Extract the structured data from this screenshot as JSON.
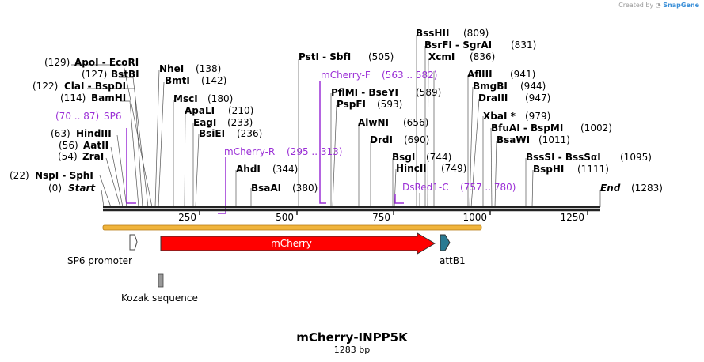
{
  "header": {
    "credit_prefix": "Created by",
    "credit_brand": "SnapGene"
  },
  "map": {
    "title": "mCherry-INPP5K",
    "length_label": "1283 bp",
    "length": 1283,
    "ruler_ticks": [
      250,
      500,
      750,
      1000,
      1250
    ],
    "ends": [
      {
        "name": "Start",
        "pos": 0,
        "label": "(0)"
      },
      {
        "name": "End",
        "pos": 1283,
        "label": "(1283)"
      }
    ],
    "enzymes": [
      {
        "names": "ApoI  - EcoRI",
        "pos_label": "(129)",
        "pos": 129
      },
      {
        "names": "BstBI",
        "pos_label": "(127)",
        "pos": 127
      },
      {
        "names": "ClaI  - BspDI",
        "pos_label": "(122)",
        "pos": 122
      },
      {
        "names": "BamHI",
        "pos_label": "(114)",
        "pos": 114
      },
      {
        "names": "HindIII",
        "pos_label": "(63)",
        "pos": 63
      },
      {
        "names": "AatII",
        "pos_label": "(56)",
        "pos": 56
      },
      {
        "names": "ZraI",
        "pos_label": "(54)",
        "pos": 54
      },
      {
        "names": "NspI  - SphI",
        "pos_label": "(22)",
        "pos": 22
      },
      {
        "names": "NheI",
        "pos_label": "(138)",
        "pos": 138
      },
      {
        "names": "BmtI",
        "pos_label": "(142)",
        "pos": 142
      },
      {
        "names": "MscI",
        "pos_label": "(180)",
        "pos": 180
      },
      {
        "names": "ApaLI",
        "pos_label": "(210)",
        "pos": 210
      },
      {
        "names": "EagI",
        "pos_label": "(233)",
        "pos": 233
      },
      {
        "names": "BsiEI",
        "pos_label": "(236)",
        "pos": 236
      },
      {
        "names": "AhdI",
        "pos_label": "(344)",
        "pos": 344
      },
      {
        "names": "BsaAI",
        "pos_label": "(380)",
        "pos": 380
      },
      {
        "names": "PstI  - SbfI",
        "pos_label": "(505)",
        "pos": 505
      },
      {
        "names": "PflMI  - BseYI",
        "pos_label": "(589)",
        "pos": 589
      },
      {
        "names": "PspFI",
        "pos_label": "(593)",
        "pos": 593
      },
      {
        "names": "AlwNI",
        "pos_label": "(656)",
        "pos": 656
      },
      {
        "names": "DrdI",
        "pos_label": "(690)",
        "pos": 690
      },
      {
        "names": "BsgI",
        "pos_label": "(744)",
        "pos": 744
      },
      {
        "names": "HincII",
        "pos_label": "(749)",
        "pos": 749
      },
      {
        "names": "BssHII",
        "pos_label": "(809)",
        "pos": 809
      },
      {
        "names": "BsrFI  - SgrAI",
        "pos_label": "(831)",
        "pos": 831
      },
      {
        "names": "XcmI",
        "pos_label": "(836)",
        "pos": 836
      },
      {
        "names": "AflIII",
        "pos_label": "(941)",
        "pos": 941
      },
      {
        "names": "BmgBI",
        "pos_label": "(944)",
        "pos": 944
      },
      {
        "names": "DraIII",
        "pos_label": "(947)",
        "pos": 947
      },
      {
        "names": "XbaI *",
        "pos_label": "(979)",
        "pos": 979
      },
      {
        "names": "BfuAI  - BspMI",
        "pos_label": "(1002)",
        "pos": 1002
      },
      {
        "names": "BsaWI",
        "pos_label": "(1011)",
        "pos": 1011
      },
      {
        "names": "BssSI  - BssSαI",
        "pos_label": "(1095)",
        "pos": 1095
      },
      {
        "names": "BspHI",
        "pos_label": "(1111)",
        "pos": 1111
      }
    ],
    "primers": [
      {
        "name": "SP6",
        "range": "(70 .. 87)",
        "start": 70,
        "end": 87
      },
      {
        "name": "mCherry-R",
        "range": "(295 .. 313)",
        "start": 295,
        "end": 313
      },
      {
        "name": "mCherry-F",
        "range": "(563 .. 582)",
        "start": 563,
        "end": 582
      },
      {
        "name": "DsRed1-C",
        "range": "(757 .. 780)",
        "start": 757,
        "end": 780
      }
    ],
    "features": [
      {
        "name": "SP6 promoter",
        "start": 70,
        "end": 87,
        "color": "#ffffff"
      },
      {
        "name": "mCherry",
        "start": 150,
        "end": 860,
        "color": "#ff0000"
      },
      {
        "name": "attB1",
        "start": 870,
        "end": 893,
        "color": "#2a7a92"
      },
      {
        "name": "Kozak sequence",
        "start": 140,
        "end": 149,
        "color": "#999999"
      }
    ],
    "orf_color": "#f0b43c"
  }
}
